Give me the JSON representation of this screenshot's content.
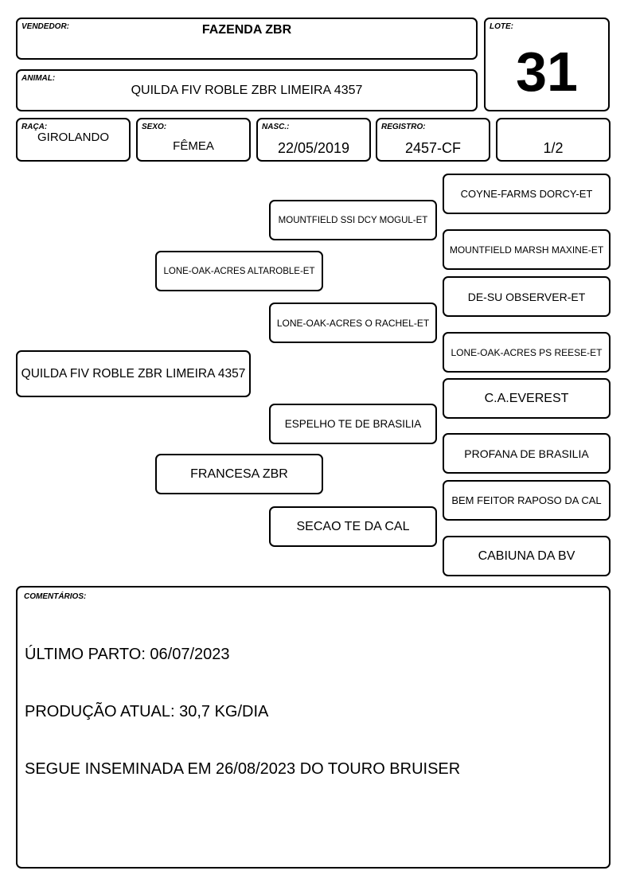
{
  "header": {
    "vendor_label": "VENDEDOR:",
    "vendor": "FAZENDA ZBR",
    "lot_label": "LOTE:",
    "lot": "31",
    "animal_label": "ANIMAL:",
    "animal": "QUILDA FIV ROBLE ZBR LIMEIRA 4357"
  },
  "details": {
    "breed_label": "RAÇA:",
    "breed": "GIROLANDO",
    "sex_label": "SEXO:",
    "sex": "FÊMEA",
    "birth_label": "NASC.:",
    "birth": "22/05/2019",
    "registry_label": "REGISTRO:",
    "registry": "2457-CF",
    "fraction": "1/2"
  },
  "pedigree": {
    "subject": "QUILDA FIV ROBLE ZBR LIMEIRA 4357",
    "sire": "LONE-OAK-ACRES ALTAROBLE-ET",
    "dam": "FRANCESA ZBR",
    "sire_sire": "MOUNTFIELD SSI DCY MOGUL-ET",
    "sire_dam": "LONE-OAK-ACRES O RACHEL-ET",
    "dam_sire": "ESPELHO TE DE BRASILIA",
    "dam_dam": "SECAO TE DA CAL",
    "ss_sire": "COYNE-FARMS DORCY-ET",
    "ss_dam": "MOUNTFIELD MARSH MAXINE-ET",
    "sd_sire": "DE-SU OBSERVER-ET",
    "sd_dam": "LONE-OAK-ACRES PS REESE-ET",
    "ds_sire": "C.A.EVEREST",
    "ds_dam": "PROFANA DE BRASILIA",
    "dd_sire": "BEM FEITOR RAPOSO DA CAL",
    "dd_dam": "CABIUNA DA BV"
  },
  "comments": {
    "label": "COMENTÁRIOS:",
    "line1": "ÚLTIMO PARTO: 06/07/2023",
    "line2": "PRODUÇÃO ATUAL: 30,7 KG/DIA",
    "line3": "SEGUE INSEMINADA EM 26/08/2023 DO TOURO BRUISER"
  }
}
